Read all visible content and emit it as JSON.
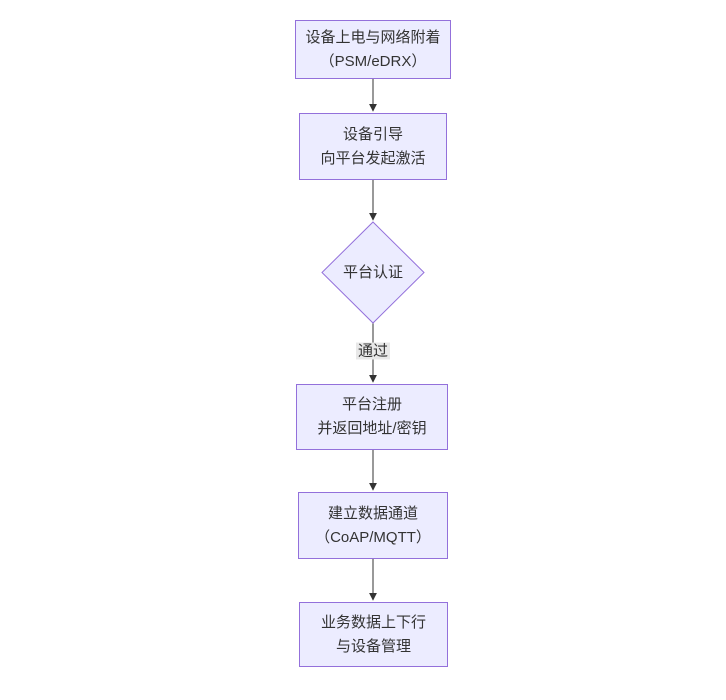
{
  "diagram": {
    "type": "flowchart",
    "direction": "top-to-bottom",
    "nodes": [
      {
        "id": "A",
        "shape": "rect",
        "lines": [
          "设备上电与网络附着",
          "（PSM/eDRX）"
        ]
      },
      {
        "id": "B",
        "shape": "rect",
        "lines": [
          "设备引导",
          "向平台发起激活"
        ]
      },
      {
        "id": "C",
        "shape": "diamond",
        "lines": [
          "平台认证"
        ]
      },
      {
        "id": "D",
        "shape": "rect",
        "lines": [
          "平台注册",
          "并返回地址/密钥"
        ]
      },
      {
        "id": "E",
        "shape": "rect",
        "lines": [
          "建立数据通道",
          "（CoAP/MQTT）"
        ]
      },
      {
        "id": "F",
        "shape": "rect",
        "lines": [
          "业务数据上下行",
          "与设备管理"
        ]
      }
    ],
    "edges": [
      {
        "from": "A",
        "to": "B",
        "label": ""
      },
      {
        "from": "B",
        "to": "C",
        "label": ""
      },
      {
        "from": "C",
        "to": "D",
        "label": "通过"
      },
      {
        "from": "D",
        "to": "E",
        "label": ""
      },
      {
        "from": "E",
        "to": "F",
        "label": ""
      }
    ],
    "colors": {
      "node_fill": "#ECECFF",
      "node_border": "#9370DB",
      "edge_line": "#333333",
      "arrowhead": "#333333",
      "text": "#333333",
      "edge_label_bg": "#e8e8e8",
      "background": "#ffffff"
    }
  }
}
